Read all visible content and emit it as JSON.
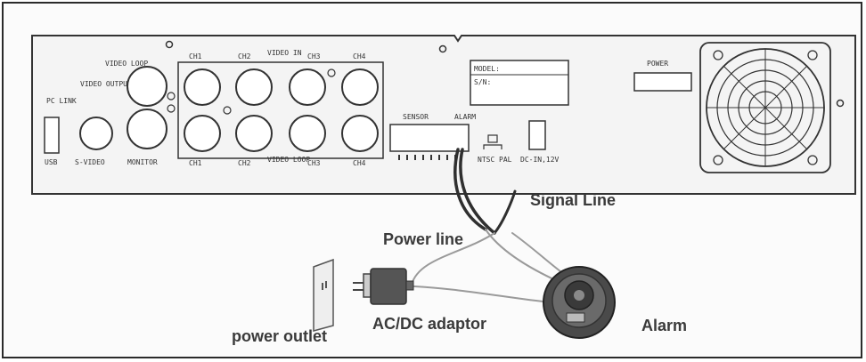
{
  "panel": {
    "video_loop_top": "VIDEO LOOP",
    "video_output": "VIDEO OUTPUT",
    "pc_link": "PC LINK",
    "usb": "USB",
    "s_video": "S-VIDEO",
    "monitor": "MONITOR",
    "ch_top": [
      "CH1",
      "CH2",
      "CH3",
      "CH4"
    ],
    "video_in": "VIDEO IN",
    "ch_bottom": [
      "CH1",
      "CH2",
      "CH3",
      "CH4"
    ],
    "video_loop_bottom": "VIDEO LOOP",
    "model": "MODEL:",
    "sn": "S/N:",
    "sensor": "SENSOR",
    "alarm_label": "ALARM",
    "ntsc": "NTSC",
    "pal": "PAL",
    "dc_in": "DC-IN,12V",
    "power": "POWER"
  },
  "callouts": {
    "signal_line": "Signal Line",
    "power_line": "Power line",
    "ac_dc_adaptor": "AC/DC adaptor",
    "power_outlet": "power outlet",
    "alarm": "Alarm"
  },
  "colors": {
    "panel_stroke": "#333333",
    "wire": "#2f2f2f",
    "thin_wire": "#9a9a9a",
    "text": "#3a3a3a"
  }
}
